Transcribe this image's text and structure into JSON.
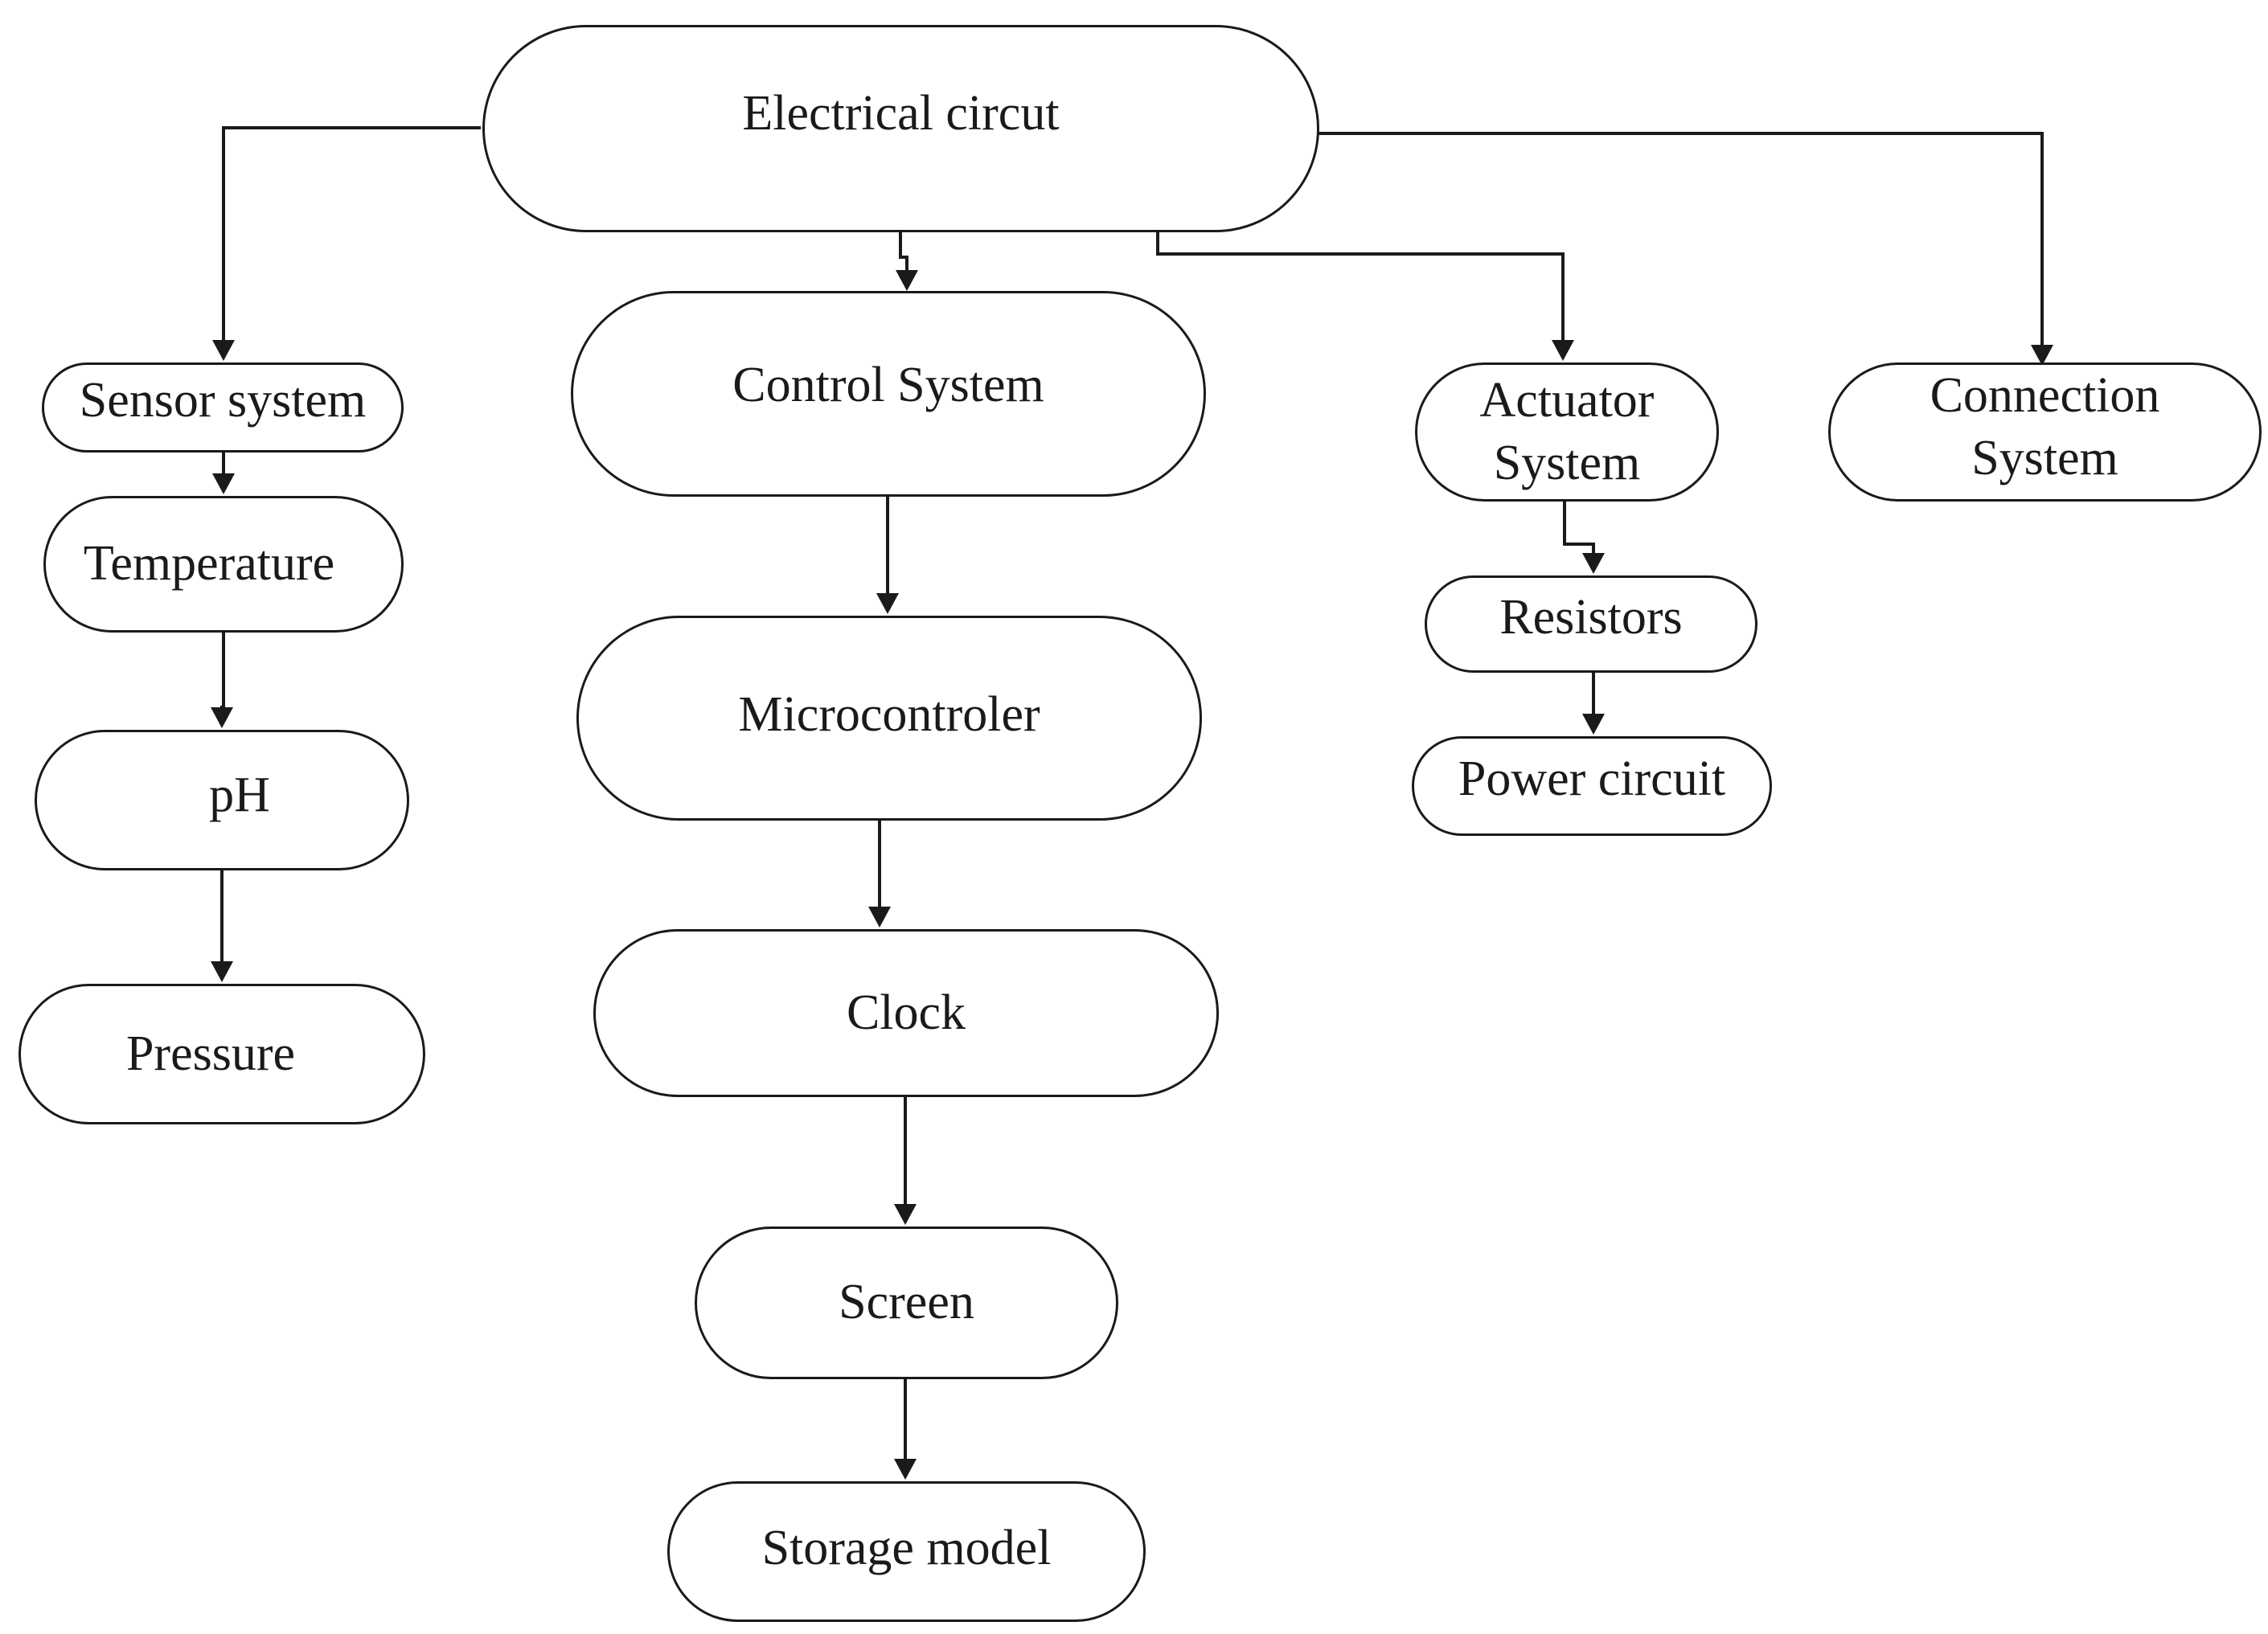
{
  "nodes": {
    "electrical_circuit": "Electrical circut",
    "sensor_system": "Sensor system",
    "temperature": "Temperature",
    "ph": "pH",
    "pressure": "Pressure",
    "control_system": "Control System",
    "microcontroler": "Microcontroler",
    "clock": "Clock",
    "screen": "Screen",
    "storage_model": "Storage model",
    "actuator_system": "Actuator\nSystem",
    "resistors": "Resistors",
    "power_circuit": "Power circuit",
    "connection_system": "Connection\nSystem"
  },
  "edges": [
    {
      "from": "Electrical circut",
      "to": "Sensor system"
    },
    {
      "from": "Electrical circut",
      "to": "Control System"
    },
    {
      "from": "Electrical circut",
      "to": "Actuator\nSystem"
    },
    {
      "from": "Electrical circut",
      "to": "Connection\nSystem"
    },
    {
      "from": "Sensor system",
      "to": "Temperature"
    },
    {
      "from": "Temperature",
      "to": "pH"
    },
    {
      "from": "pH",
      "to": "Pressure"
    },
    {
      "from": "Control System",
      "to": "Microcontroler"
    },
    {
      "from": "Microcontroler",
      "to": "Clock"
    },
    {
      "from": "Clock",
      "to": "Screen"
    },
    {
      "from": "Screen",
      "to": "Storage model"
    },
    {
      "from": "Actuator\nSystem",
      "to": "Resistors"
    },
    {
      "from": "Resistors",
      "to": "Power circuit"
    }
  ],
  "colors": {
    "stroke": "#1a1a1a",
    "background": "#ffffff"
  }
}
